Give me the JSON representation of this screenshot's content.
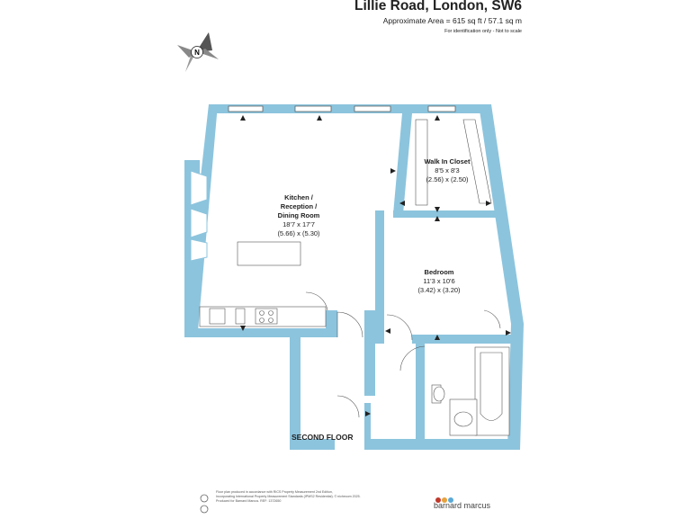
{
  "header": {
    "title": "Lillie Road, London, SW6",
    "area": "Approximate Area = 615 sq ft / 57.1 sq m",
    "note": "For identification only - Not to scale"
  },
  "compass": {
    "label": "N"
  },
  "rooms": {
    "kitchen": {
      "name1": "Kitchen /",
      "name2": "Reception /",
      "name3": "Dining Room",
      "imperial": "18'7 x 17'7",
      "metric": "(5.66) x (5.30)"
    },
    "closet": {
      "name": "Walk In Closet",
      "imperial": "8'5 x 8'3",
      "metric": "(2.56) x (2.50)"
    },
    "bedroom": {
      "name": "Bedroom",
      "imperial": "11'3 x 10'6",
      "metric": "(3.42) x (3.20)"
    }
  },
  "floor_label": "SECOND FLOOR",
  "footer": {
    "line1": "Floor plan produced in accordance with RICS Property Measurement 2nd Edition,",
    "line2": "Incorporating International Property Measurement Standards (IPMS2 Residential).  © nichecom 2025.",
    "line3": "Produced for Barnard Marcus.  REF: 1372650"
  },
  "brand": {
    "name": "barnard marcus",
    "dot_colors": [
      "#c0392b",
      "#e6a23c",
      "#5aa9d6"
    ]
  },
  "colors": {
    "wall": "#8cc4dd"
  }
}
